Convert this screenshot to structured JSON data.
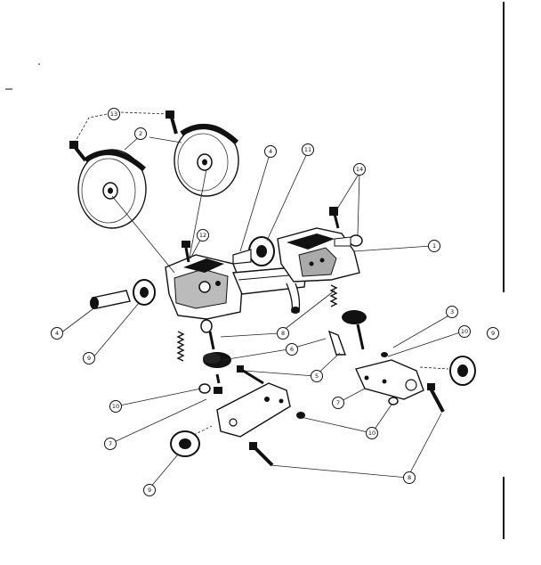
{
  "colors": {
    "ink": "#111111",
    "paper": "#ffffff"
  },
  "callouts": [
    {
      "id": "c13",
      "label": "13"
    },
    {
      "id": "c2",
      "label": "2"
    },
    {
      "id": "c4a",
      "label": "4"
    },
    {
      "id": "c11",
      "label": "11"
    },
    {
      "id": "c14",
      "label": "14"
    },
    {
      "id": "c12",
      "label": "12"
    },
    {
      "id": "c1",
      "label": "1"
    },
    {
      "id": "c4b",
      "label": "4"
    },
    {
      "id": "c9a",
      "label": "9"
    },
    {
      "id": "c8a",
      "label": "8"
    },
    {
      "id": "c6",
      "label": "6"
    },
    {
      "id": "c3",
      "label": "3"
    },
    {
      "id": "c10a",
      "label": "10"
    },
    {
      "id": "c9b",
      "label": "9"
    },
    {
      "id": "c5",
      "label": "5"
    },
    {
      "id": "c10b",
      "label": "10"
    },
    {
      "id": "c7a",
      "label": "7"
    },
    {
      "id": "c7b",
      "label": "7"
    },
    {
      "id": "c10c",
      "label": "10"
    },
    {
      "id": "c8b",
      "label": "8"
    },
    {
      "id": "c9c",
      "label": "9"
    }
  ]
}
